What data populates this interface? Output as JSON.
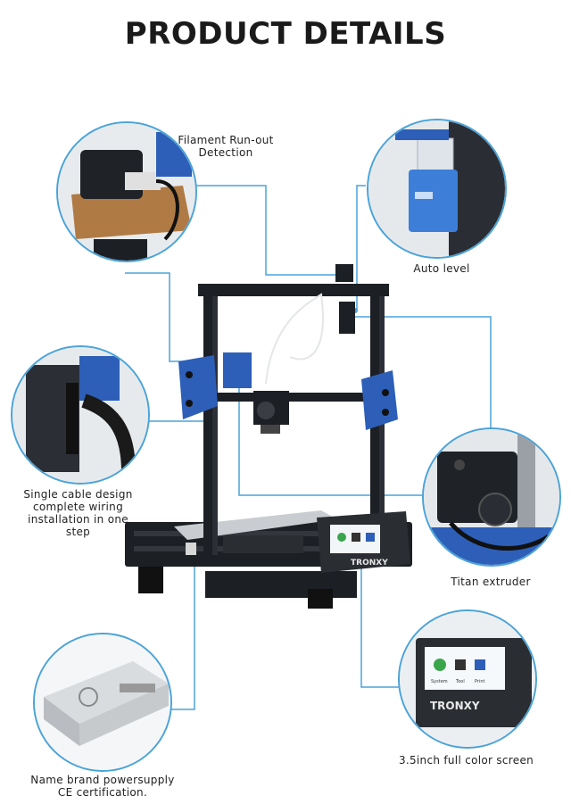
{
  "header": {
    "title": "PRODUCT DETAILS"
  },
  "features": {
    "filament": {
      "line1": "Filament Run-out",
      "line2": "Detection"
    },
    "autolevel": {
      "line1": "Auto level"
    },
    "cable": {
      "line1": "Single cable design",
      "line2": "complete wiring",
      "line3": "installation in one",
      "line4": "step"
    },
    "titan": {
      "line1": "Titan extruder"
    },
    "psu": {
      "line1": "Name brand powersupply",
      "line2": "CE certification."
    },
    "screen": {
      "line1": "3.5inch full color screen"
    }
  },
  "brand": {
    "name": "TRONXY"
  },
  "screen_ui": {
    "system": "System",
    "tool": "Tool",
    "print": "Print"
  },
  "colors": {
    "accent": "#4aa3d8",
    "frame": "#1c1f24",
    "blue_part": "#2d5fb8"
  }
}
